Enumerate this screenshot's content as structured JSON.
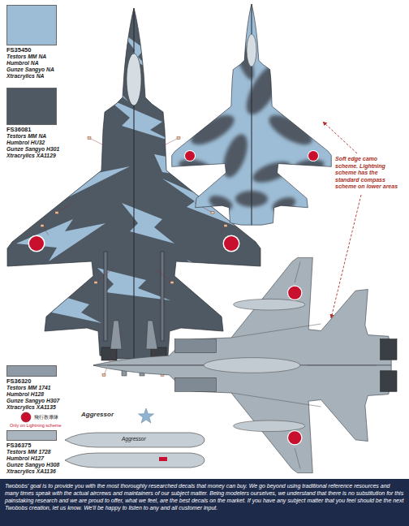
{
  "diagram": {
    "caption": "Twobobs' goal is to provide you with the most thoroughly researched decals that money can buy. We go beyond using traditional reference resources and many times speak with the actual aircrews and maintainers of our subject matter. Being modelers ourselves, we understand that there is no substitution for this painstaking research and we are proud to offer, what we feel, are the best decals on the market. If you have any subject matter that you feel should be the next Twobobs creation, let us know. We'll be happy to listen to any and all customer input.",
    "labels": [
      "Testors MM NA",
      "Humbrol NA",
      "Gunze Sangyo NA",
      "Xtracrylics NA",
      "Testors MM NA",
      "Humbrol HU32",
      "Gunze Sangyo H301",
      "Xtracrylics XA1129",
      "Testors MM 1741",
      "Humbrol H128",
      "Gunze Sangyo H307",
      "Xtracrylics XA1135",
      "Testors MM 1728",
      "Humbrol H127",
      "Gunze Sangyo H308",
      "Xtracrylics XA1136",
      "Soft edge camo scheme. Lightning scheme has the standard compass scheme on lower areas",
      "Aggressor",
      "飛行教導隊",
      "Only on Lightning scheme",
      "Aggressor"
    ],
    "legend": [
      {
        "text": "FS35450",
        "color": "#9dbdd6"
      },
      {
        "text": "FS36081",
        "color": "#4f5964"
      },
      {
        "text": "FS36320",
        "color": "#8e9ba7"
      },
      {
        "text": "FS36375",
        "color": "#aab5bf"
      }
    ]
  }
}
